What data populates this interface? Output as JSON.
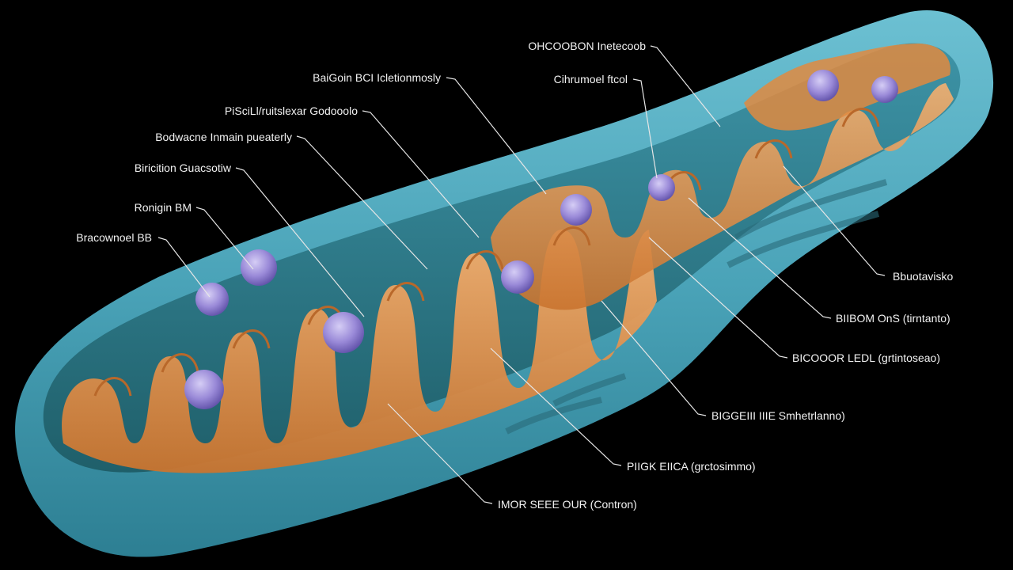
{
  "labels": {
    "l1": "OHCOOBON Inetecoob",
    "l2": "BaiGoin BCI Icletionmosly",
    "l3": "Cihrumoel ftcol",
    "l4": "PiSciLl/ruitslexar Godooolo",
    "l5": "Bodwacne Inmain pueaterly",
    "l6": "Biricition Guacsotiw",
    "l7": "Ronigin BM",
    "l8": "Bracownoel BB",
    "r1": "Bbuotavisko",
    "r2": "BIIBOM OnS (tirntanto)",
    "r3": "BICOOOR LEDL (grtintoseao)",
    "r4": "BIGGEIII IIIE Smhetrlanno)",
    "r5": "PIIGK EIICA (grctosimmo)",
    "r6": "IMOR SEEE OUR (Contron)"
  },
  "colors": {
    "background": "#000000",
    "membrane": "#4aa3b8",
    "cristae": "#e8964a",
    "particle": "#9a8ad8",
    "matrix": "#1f5f6a",
    "label": "#f2f2f2"
  }
}
